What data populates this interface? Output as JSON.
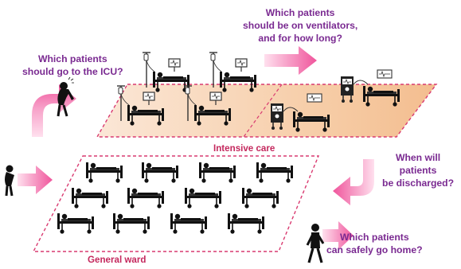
{
  "questions": {
    "icu": [
      "Which patients",
      "should go to the ICU?"
    ],
    "ventilators": [
      "Which patients",
      "should be on ventilators,",
      "and for  how long?"
    ],
    "discharge": [
      "When will",
      "patients",
      "be discharged?"
    ],
    "home": [
      "Which patients",
      "can safely go home?"
    ]
  },
  "zones": {
    "icu_label": "Intensive care",
    "ward_label": "General ward"
  },
  "colors": {
    "question_text": "#7a2a91",
    "zone_text": "#c4285d",
    "arrow": "#f06aa8",
    "icu_fill": "#f6c9a0",
    "ward_fill": "#ffffff",
    "zone_outline": "#d93a70",
    "figure": "#111111"
  },
  "icons": [
    "hospital-bed-icon",
    "ventilator-icon",
    "sick-person-icon",
    "walking-person-icon",
    "iv-pole-icon",
    "monitor-icon"
  ]
}
